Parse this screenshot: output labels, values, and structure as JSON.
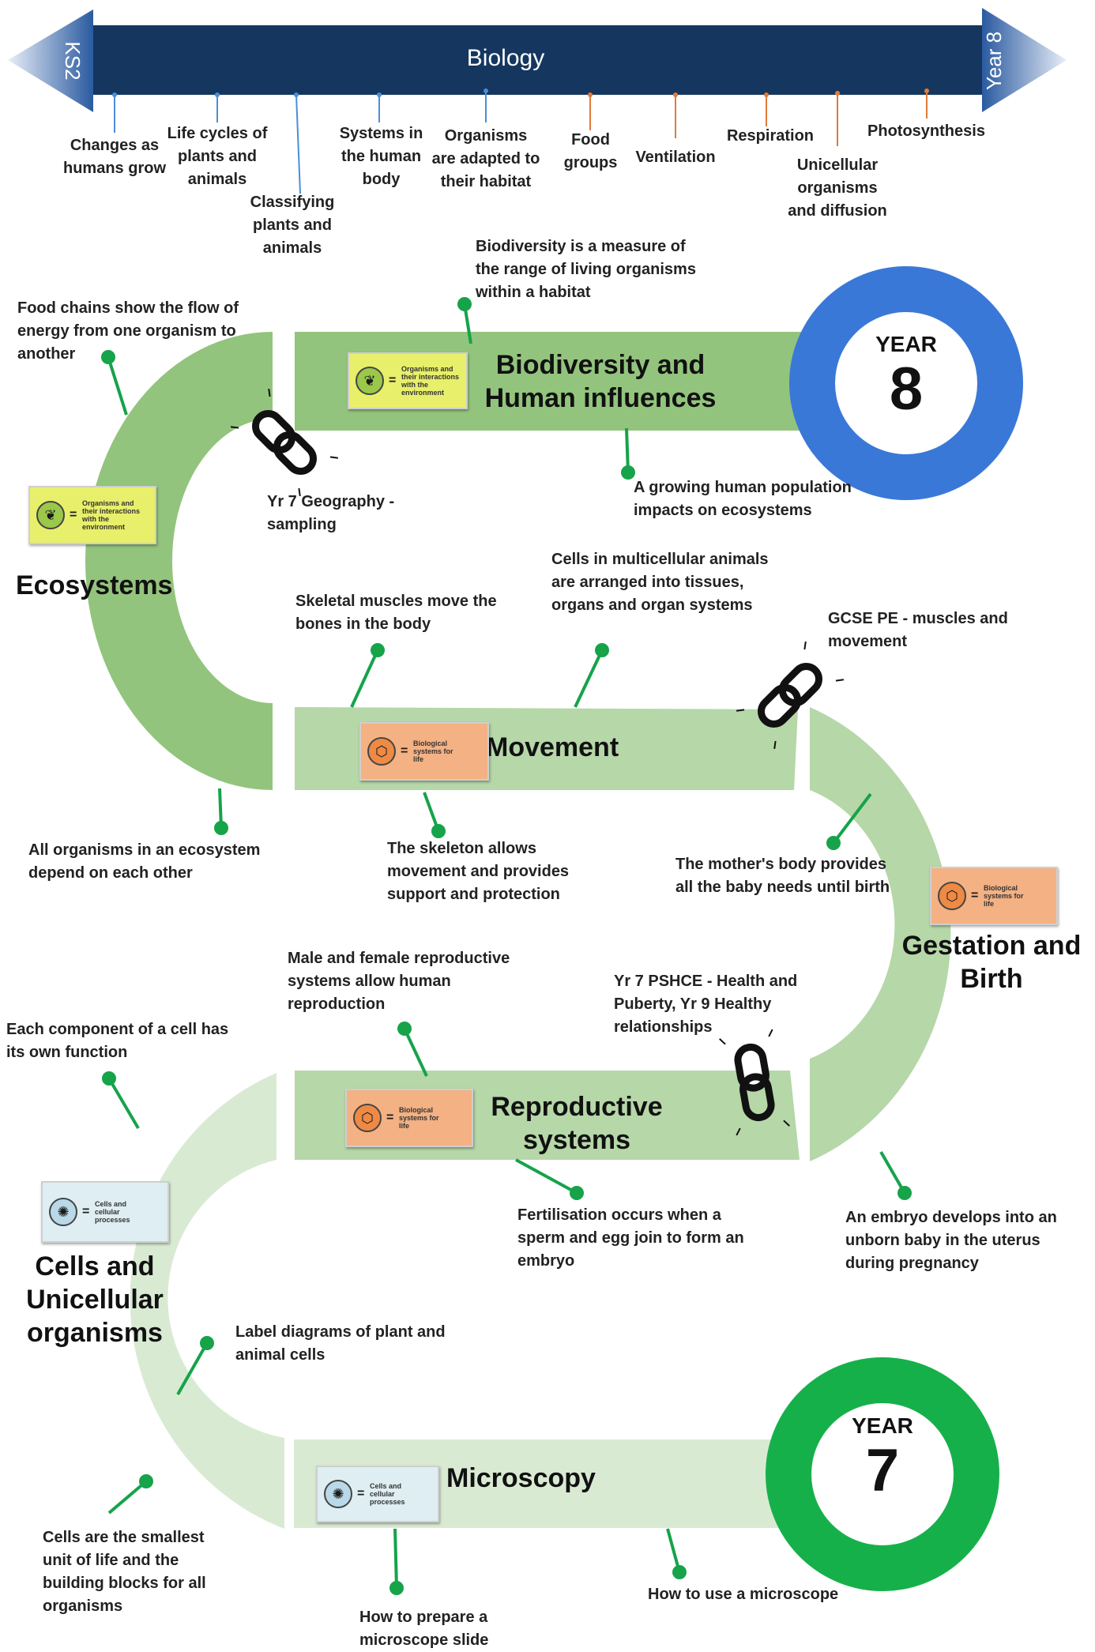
{
  "timeline": {
    "title": "Biology",
    "start_label": "KS2",
    "end_label": "Year 8",
    "topics": [
      {
        "label": "Changes as humans grow",
        "color": "#4a8ed6"
      },
      {
        "label": "Life cycles of plants and animals",
        "color": "#4a8ed6"
      },
      {
        "label": "Classifying plants and animals",
        "color": "#4a8ed6"
      },
      {
        "label": "Systems in the human body",
        "color": "#4a8ed6"
      },
      {
        "label": "Organisms are adapted to their habitat",
        "color": "#4a8ed6"
      },
      {
        "label": "Food groups",
        "color": "#e07b39"
      },
      {
        "label": "Ventilation",
        "color": "#e07b39"
      },
      {
        "label": "Respiration",
        "color": "#e07b39"
      },
      {
        "label": "Unicellular organisms and diffusion",
        "color": "#e07b39"
      },
      {
        "label": "Photosynthesis",
        "color": "#e07b39"
      }
    ]
  },
  "years": {
    "year8": {
      "label": "YEAR",
      "number": "8",
      "color": "#3a78d8"
    },
    "year7": {
      "label": "YEAR",
      "number": "7",
      "color": "#16b04a"
    }
  },
  "badges": {
    "organisms": {
      "text": "Organisms and their interactions with the environment",
      "icon": "leaf-icon"
    },
    "biological": {
      "text": "Biological systems for life",
      "icon": "hexagon-icon"
    },
    "cells": {
      "text": "Cells and cellular processes",
      "icon": "cell-icon"
    }
  },
  "units": {
    "biodiversity": "Biodiversity and Human influences",
    "ecosystems": "Ecosystems",
    "movement": "Movement",
    "gestation": "Gestation and Birth",
    "reproductive": "Reproductive systems",
    "cells": "Cells and Unicellular organisms",
    "microscopy": "Microscopy"
  },
  "notes": {
    "biodiversity_measure": "Biodiversity is a measure of the range of living organisms within a habitat",
    "food_chains": "Food chains show the flow of energy from one organism to another",
    "geography_link": "Yr 7 Geography - sampling",
    "population": "A growing human population impacts on ecosystems",
    "skeletal_muscles": "Skeletal muscles move the bones in the body",
    "multicellular": "Cells in multicellular animals are arranged into tissues, organs and organ systems",
    "gcse_pe": "GCSE PE - muscles and movement",
    "ecosystem_depend": "All organisms in an ecosystem depend on each other",
    "skeleton": "The skeleton allows movement and provides support and protection",
    "mother_body": "The mother's body provides all the baby needs until birth",
    "reproductive_allow": "Male and female reproductive systems allow human reproduction",
    "pshce": "Yr 7 PSHCE - Health and Puberty, Yr 9 Healthy relationships",
    "cell_component": "Each component of a cell has its own function",
    "fertilisation": "Fertilisation occurs when a sperm and egg join to form an embryo",
    "embryo": "An embryo develops into an unborn baby in the uterus during pregnancy",
    "label_diagrams": "Label diagrams of plant and animal cells",
    "smallest_unit": "Cells are the smallest unit of life and the building blocks for all organisms",
    "prepare_slide": "How to prepare a microscope slide",
    "use_microscope": "How to use a microscope"
  },
  "colors": {
    "timeline_bar": "#15375f",
    "road_dark": "#93c47d",
    "road_mid": "#b6d7a8",
    "road_light": "#d9ead3",
    "connector": "#16a34a"
  }
}
